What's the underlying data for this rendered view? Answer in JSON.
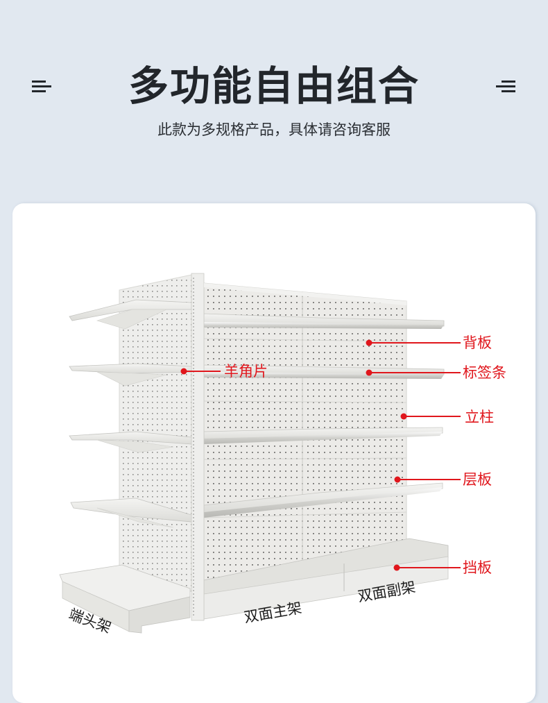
{
  "header": {
    "title": "多功能自由组合",
    "subtitle": "此款为多规格产品，具体请咨询客服",
    "left_icon": "menu-lines-icon",
    "right_icon": "menu-lines-icon"
  },
  "diagram": {
    "accent_color": "#e0161c",
    "callouts": [
      {
        "label": "背板",
        "meaning": "back panel"
      },
      {
        "label": "标签条",
        "meaning": "label strip"
      },
      {
        "label": "立柱",
        "meaning": "upright column"
      },
      {
        "label": "层板",
        "meaning": "shelf board"
      },
      {
        "label": "挡板",
        "meaning": "baffle"
      },
      {
        "label": "羊角片",
        "meaning": "bracket"
      }
    ],
    "frame_labels": [
      {
        "label": "端头架"
      },
      {
        "label": "双面主架"
      },
      {
        "label": "双面副架"
      }
    ]
  }
}
